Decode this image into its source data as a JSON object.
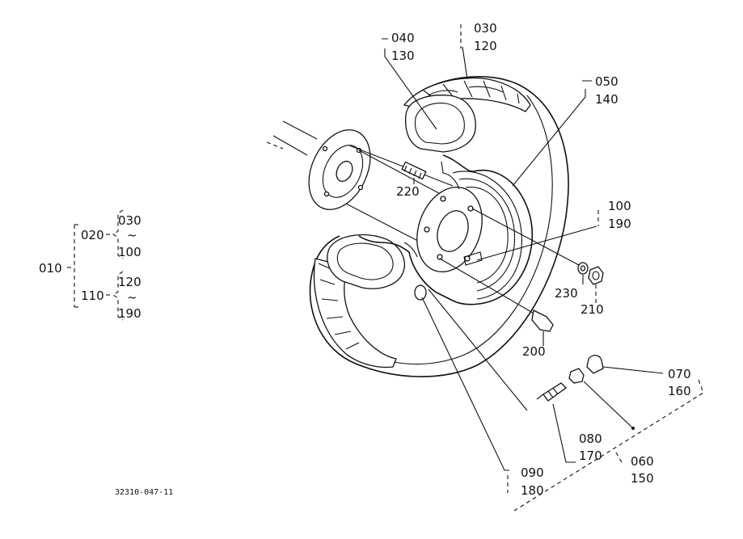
{
  "tree": {
    "root": "010",
    "group_a": "020",
    "group_a_range_from": "030",
    "group_a_range_to": "100",
    "group_b": "110",
    "group_b_range_from": "120",
    "group_b_range_to": "190",
    "range_mark": "~"
  },
  "callouts": {
    "c030": "030",
    "c120": "120",
    "c040": "040",
    "c130": "130",
    "c050": "050",
    "c140": "140",
    "c220": "220",
    "c100": "100",
    "c190": "190",
    "c230": "230",
    "c210": "210",
    "c200": "200",
    "c070": "070",
    "c160": "160",
    "c080": "080",
    "c170": "170",
    "c060": "060",
    "c150": "150",
    "c090": "090",
    "c180": "180"
  },
  "drawing_number": "32310-047-11",
  "colors": {
    "ink": "#111111",
    "paper": "#ffffff"
  }
}
